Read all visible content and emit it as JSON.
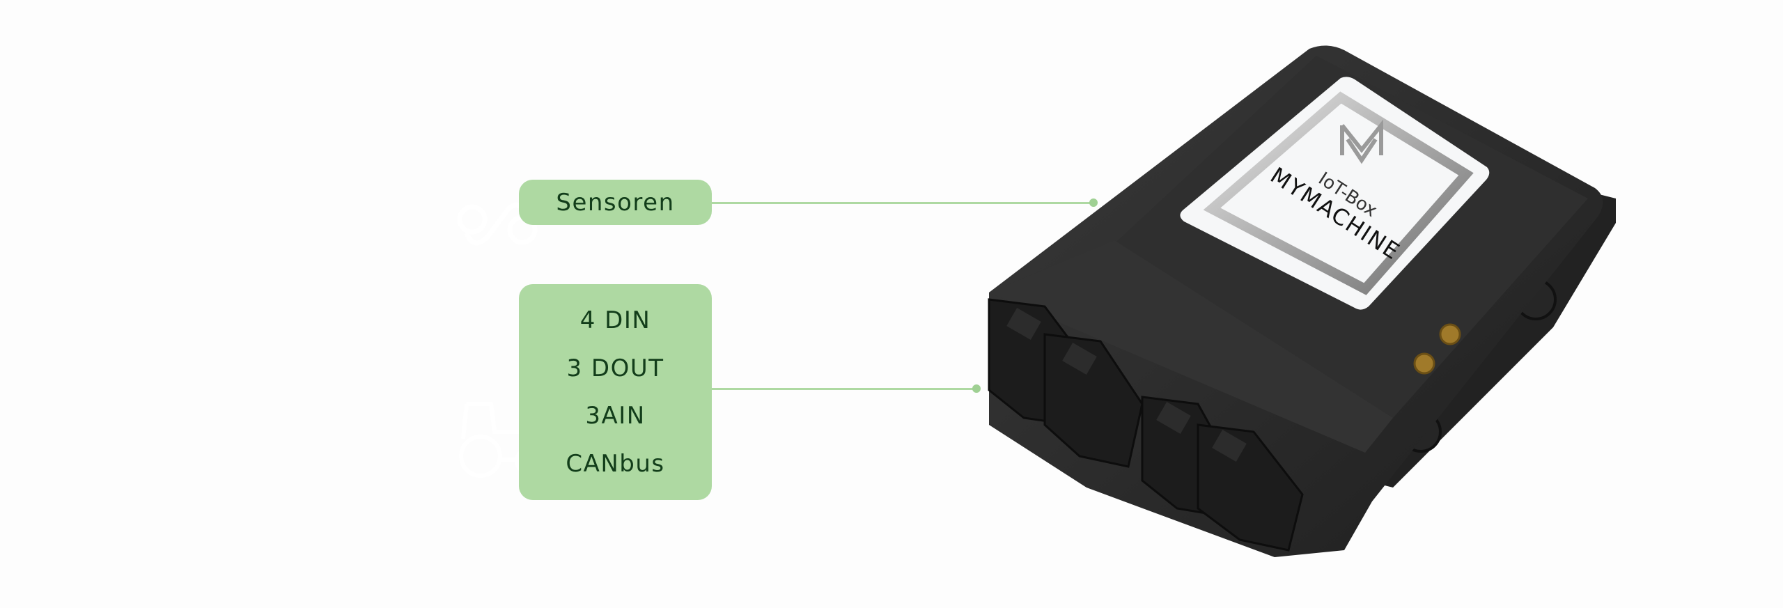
{
  "callouts": {
    "sensors": {
      "label": "Sensoren",
      "icon": "sensor-icon"
    },
    "io": {
      "items": [
        "4 DIN",
        "3 DOUT",
        "3AIN",
        "CANbus"
      ],
      "icon": "tractor-icon"
    }
  },
  "device": {
    "label_line1": "IoT-Box",
    "label_line2": "MYMACHINE",
    "logo": "MM"
  },
  "colors": {
    "accent": "#aed9a2",
    "text": "#123d1a",
    "device": "#2b2b2b"
  }
}
